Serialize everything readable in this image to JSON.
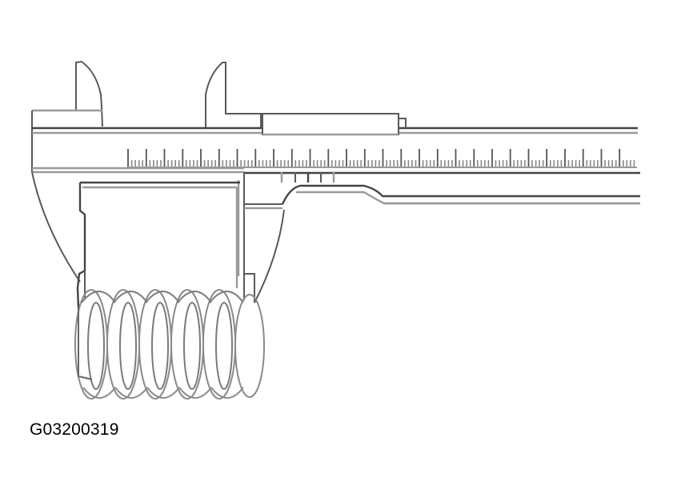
{
  "figure": {
    "id_label": "G03200319",
    "subject": "vernier caliper measuring coil spring",
    "colors": {
      "background": "#ffffff",
      "line": "#5a5a5a",
      "line_dark": "#444444",
      "line_light": "#9a9a9a",
      "label_text": "#000000"
    },
    "components": {
      "caliper_main_beam": "main-beam",
      "caliper_main_scale": "main-scale-ticks",
      "vernier_scale": "vernier-ticks",
      "sliding_jaw": "sliding-jaw",
      "fixed_jaw": "fixed-jaw",
      "upper_inside_jaws": "inside-measuring-jaws",
      "thumb_lock": "locking-screw-housing",
      "depth_rod": "depth-rod",
      "coil_spring": "coil-spring",
      "coil_count": 5
    }
  }
}
